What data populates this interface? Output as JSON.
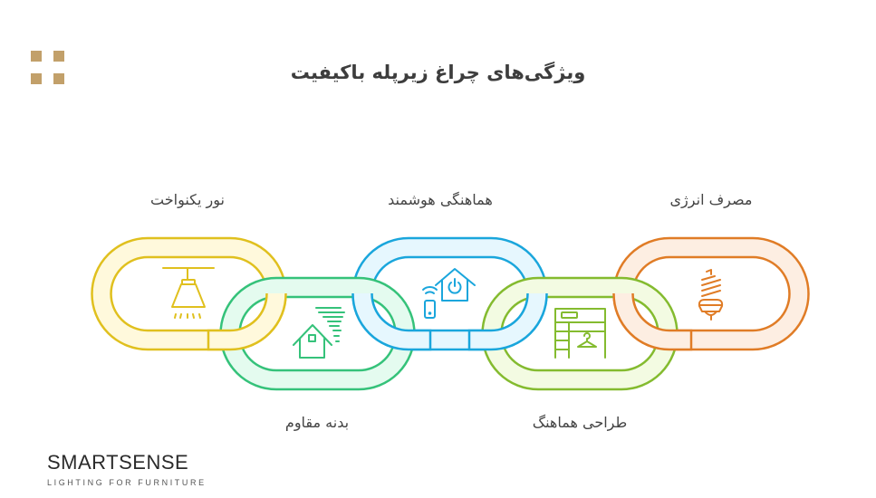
{
  "title": "ویژگی‌های چراغ زیرپله باکیفیت",
  "features": [
    {
      "label": "نور یکنواخت",
      "icon": "pendant-lamp-icon",
      "color": "#e0c01e",
      "fill": "#fff9dc",
      "position": "top"
    },
    {
      "label": "بدنه مقاوم",
      "icon": "house-wind-icon",
      "color": "#35c27a",
      "fill": "#e4fbef",
      "position": "bottom"
    },
    {
      "label": "هماهنگی هوشمند",
      "icon": "smart-home-remote-icon",
      "color": "#1aa6dc",
      "fill": "#e6f7fe",
      "position": "top"
    },
    {
      "label": "طراحی هماهنگ",
      "icon": "wardrobe-furniture-icon",
      "color": "#84bb2f",
      "fill": "#f3fbe2",
      "position": "bottom"
    },
    {
      "label": "مصرف انرژی",
      "icon": "energy-saving-bulb-icon",
      "color": "#e07c26",
      "fill": "#fdeee2",
      "position": "top"
    }
  ],
  "brand": {
    "name": "SMARTSENSE",
    "tagline": "LIGHTING FOR FURNITURE",
    "accent": "#c2a06a"
  }
}
